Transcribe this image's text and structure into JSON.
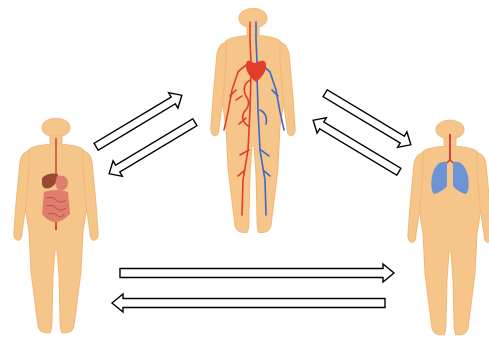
{
  "colors": {
    "skin": "#f6c58a",
    "skin_outline": "#efb777",
    "artery": "#e53b2a",
    "vein": "#3f67c7",
    "heart": "#e23c2b",
    "digestive": "#e07e6e",
    "liver": "#9a4a33",
    "lung": "#6d93d6",
    "arrow_stroke": "#000000",
    "arrow_fill": "#ffffff"
  },
  "figures": [
    {
      "name": "circulatory-system-figure",
      "icon": "circulatory-system-icon"
    },
    {
      "name": "digestive-system-figure",
      "icon": "digestive-system-icon"
    },
    {
      "name": "respiratory-system-figure",
      "icon": "respiratory-system-icon"
    }
  ],
  "arrows": [
    {
      "name": "arrow-digestive-to-circulatory",
      "icon": "right-arrow-icon"
    },
    {
      "name": "arrow-circulatory-to-digestive",
      "icon": "left-arrow-icon"
    },
    {
      "name": "arrow-respiratory-to-circulatory",
      "icon": "left-arrow-icon"
    },
    {
      "name": "arrow-circulatory-to-respiratory",
      "icon": "right-arrow-icon"
    },
    {
      "name": "arrow-digestive-to-respiratory",
      "icon": "right-arrow-icon"
    },
    {
      "name": "arrow-respiratory-to-digestive",
      "icon": "left-arrow-icon"
    }
  ]
}
